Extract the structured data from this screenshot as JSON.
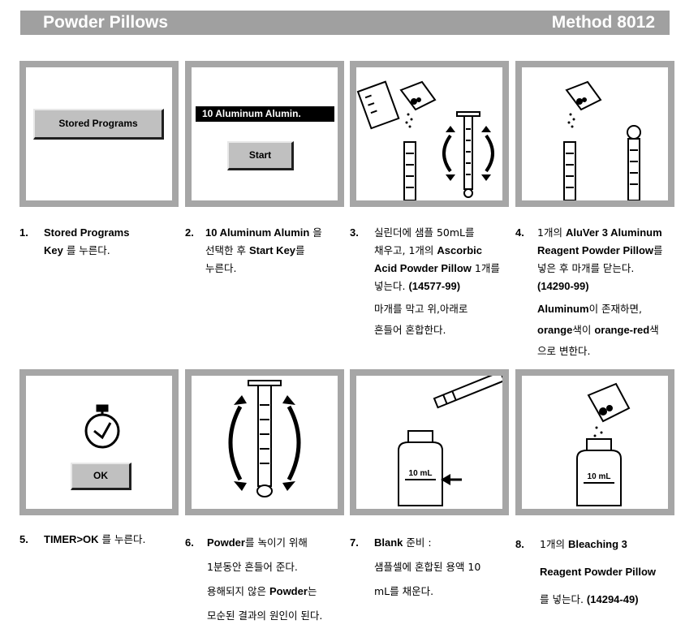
{
  "header": {
    "title": "Powder Pillows",
    "method": "Method 8012"
  },
  "panels": {
    "p1": {
      "button": "Stored Programs"
    },
    "p2": {
      "program": "10 Aluminum Alumin.",
      "button": "Start"
    },
    "p3": {},
    "p4": {},
    "p5": {
      "button": "OK"
    },
    "p6": {},
    "p7": {
      "volume": "10 mL"
    },
    "p8": {
      "volume": "10 mL"
    }
  },
  "steps": {
    "s1": {
      "num": "1.",
      "l1": "Stored Programs",
      "l2a": "Key",
      "l2b": " 를 누른다."
    },
    "s2": {
      "num": "2.",
      "l1a": "10 Aluminum Alumin",
      "l1b": " 을",
      "l2a": "선택한 후 ",
      "l2b": "Start Key",
      "l2c": "를",
      "l3": "누른다."
    },
    "s3": {
      "num": "3.",
      "l1": "실린더에 샘플 50mL를",
      "l2a": "채우고, 1개의 ",
      "l2b": "Ascorbic",
      "l3a": "Acid Powder Pillow",
      "l3b": " 1개를",
      "l4a": "넣는다. ",
      "l4b": "(14577-99)",
      "l5": "마개를 막고 위,아래로",
      "l6": "흔들어 혼합한다."
    },
    "s4": {
      "num": "4.",
      "l1a": "1개의 ",
      "l1b": "AluVer 3 Aluminum",
      "l2a": "Reagent Powder Pillow",
      "l2b": "를",
      "l3": "넣은 후 마개를 닫는다.",
      "l4": "(14290-99)",
      "l5a": "Aluminum",
      "l5b": "이 존재하면,",
      "l6a": "orange",
      "l6b": "색이 ",
      "l6c": "orange-red",
      "l6d": "색",
      "l7": "으로 변한다."
    },
    "s5": {
      "num": "5.",
      "l1a": "TIMER>OK",
      "l1b": " 를 누른다."
    },
    "s6": {
      "num": "6.",
      "l1a": "Powder",
      "l1b": "를 녹이기 위해",
      "l2": "1분동안 흔들어 준다.",
      "l3a": "용해되지 않은 ",
      "l3b": "Powder",
      "l3c": "는",
      "l4": "모순된 결과의 원인이 된다."
    },
    "s7": {
      "num": "7.",
      "l1a": "Blank",
      "l1b": " 준비 :",
      "l2": "샘플셀에 혼합된 용액 10",
      "l3": "mL를 채운다."
    },
    "s8": {
      "num": "8.",
      "l1a": "1개의 ",
      "l1b": "Bleaching 3",
      "l2": "Reagent Powder Pillow",
      "l3a": "를 넣는다. ",
      "l3b": "(14294-49)"
    }
  }
}
